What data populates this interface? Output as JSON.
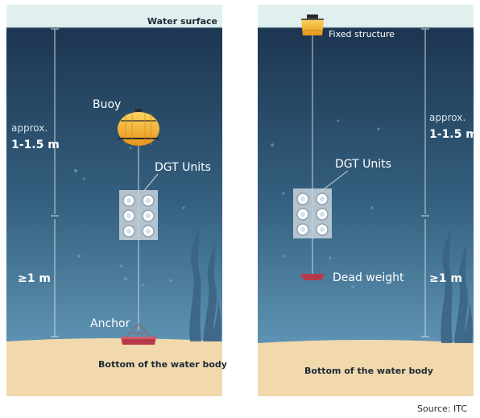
{
  "left_panel": {
    "water_surface_label": "Water surface",
    "buoy_label": "Buoy",
    "dgt_label": "DGT Units",
    "anchor_label": "Anchor",
    "approx_label": "approx.",
    "upper_distance": "1-1.5 m",
    "lower_distance": "≥1 m",
    "bottom_label": "Bottom of the water body"
  },
  "right_panel": {
    "fixed_structure_label": "Fixed structure",
    "dgt_label": "DGT Units",
    "dead_weight_label": "Dead weight",
    "approx_label": "approx.",
    "upper_distance": "1-1.5 m",
    "lower_distance": "≥1 m",
    "bottom_label": "Bottom of the water body"
  },
  "source_label": "Source: ITC",
  "colors": {
    "water_top": "#1e3650",
    "water_bottom": "#5a8fb0",
    "sky": "#dff0ee",
    "sand": "#f1d9ad",
    "buoy_yellow": "#f4b22c",
    "anchor_red": "#b73a4a"
  }
}
